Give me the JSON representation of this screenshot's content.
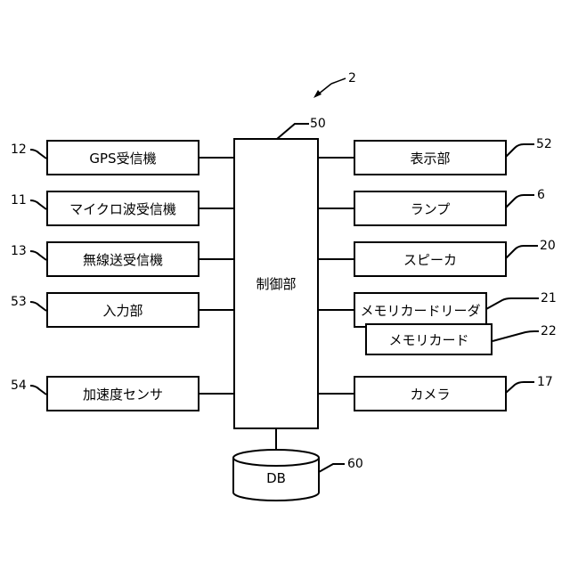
{
  "figure_ref": "2",
  "controller": {
    "label": "制御部",
    "ref": "50"
  },
  "left_blocks": [
    {
      "label": "GPS受信機",
      "ref": "12"
    },
    {
      "label": "マイクロ波受信機",
      "ref": "11"
    },
    {
      "label": "無線送受信機",
      "ref": "13"
    },
    {
      "label": "入力部",
      "ref": "53"
    },
    {
      "label": "加速度センサ",
      "ref": "54"
    }
  ],
  "right_blocks": [
    {
      "label": "表示部",
      "ref": "52"
    },
    {
      "label": "ランプ",
      "ref": "6"
    },
    {
      "label": "スピーカ",
      "ref": "20"
    },
    {
      "label": "メモリカードリーダ",
      "ref": "21"
    },
    {
      "label": "カメラ",
      "ref": "17"
    }
  ],
  "memory_card": {
    "label": "メモリカード",
    "ref": "22"
  },
  "database": {
    "label": "DB",
    "ref": "60"
  }
}
